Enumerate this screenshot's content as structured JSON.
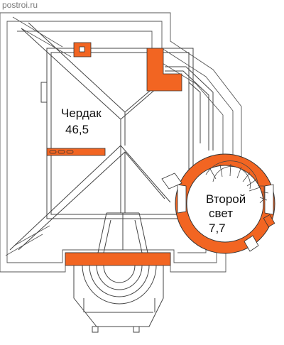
{
  "watermark": "postroi.ru",
  "rooms": [
    {
      "name": "Чердак",
      "area": "46,5"
    },
    {
      "name": "Второй",
      "name_line2": "свет",
      "area": "7,7"
    }
  ],
  "colors": {
    "wall": "#f26522",
    "line": "#333333",
    "roof_line": "#555555",
    "background": "#ffffff"
  }
}
